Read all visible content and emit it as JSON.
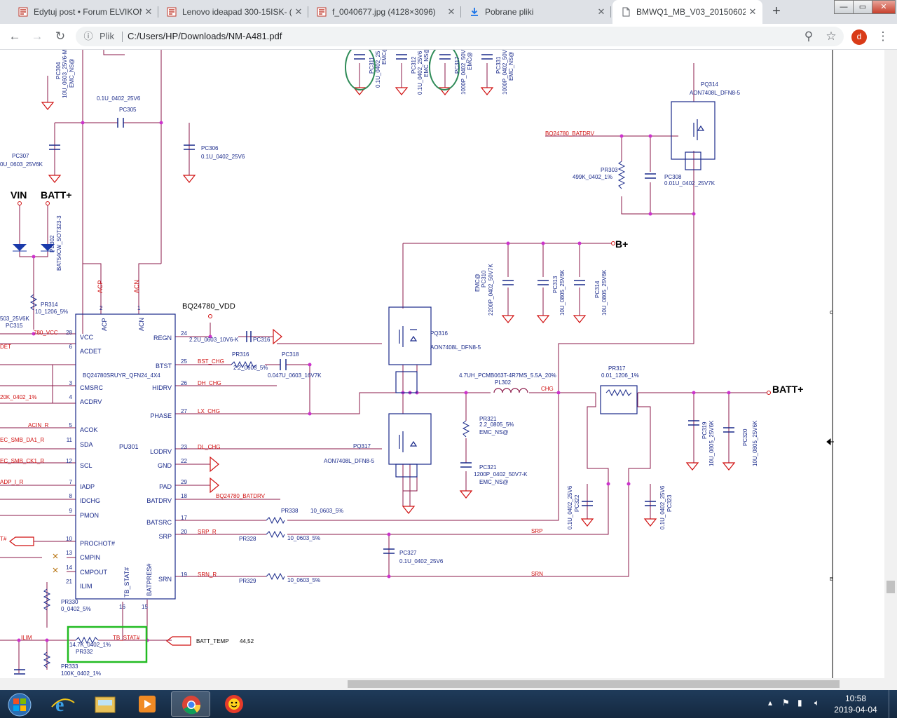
{
  "browser": {
    "tabs": [
      {
        "title": "Edytuj post • Forum ELVIKOM",
        "icon": "forum-favicon-icon",
        "active": false
      },
      {
        "title": "Lenovo ideapad 300-15ISK- (",
        "icon": "forum-favicon-icon",
        "active": false
      },
      {
        "title": "f_0040677.jpg (4128×3096)",
        "icon": "forum-favicon-icon",
        "active": false
      },
      {
        "title": "Pobrane pliki",
        "icon": "download-icon",
        "active": false
      },
      {
        "title": "BMWQ1_MB_V03_20150602",
        "icon": "document-icon",
        "active": true
      }
    ],
    "new_tab": "+",
    "window_buttons": {
      "minimize": "—",
      "maximize": "▭",
      "close": "✕"
    },
    "omnibox": {
      "scheme": "Plik",
      "url": "C:/Users/HP/Downloads/NM-A481.pdf"
    },
    "profile_initial": "d"
  },
  "schematic": {
    "power_labels": {
      "vin": "VIN",
      "batt_plus_left": "BATT+",
      "b_plus": "B+",
      "batt_plus_right": "BATT+",
      "vdd": "BQ24780_VDD"
    },
    "ic": {
      "ref": "PU301",
      "part": "BQ24780SRUYR_QFN24_4X4",
      "top_pins": [
        {
          "num": "2",
          "name": "ACP"
        },
        {
          "num": "1",
          "name": "ACN"
        }
      ],
      "left_pins": [
        {
          "num": "28",
          "name": "VCC",
          "net": "780_VCC"
        },
        {
          "num": "6",
          "name": "ACDET",
          "net": "DET"
        },
        {
          "num": "3",
          "name": "CMSRC",
          "net": ""
        },
        {
          "num": "4",
          "name": "ACDRV",
          "net": "20K_0402_1%"
        },
        {
          "num": "5",
          "name": "ACOK",
          "net": "ACIN_R"
        },
        {
          "num": "11",
          "name": "SDA",
          "net": "EC_SMB_DA1_R"
        },
        {
          "num": "12",
          "name": "SCL",
          "net": "EC_SMB_CK1_R"
        },
        {
          "num": "7",
          "name": "IADP",
          "net": "ADP_I_R"
        },
        {
          "num": "8",
          "name": "IDCHG",
          "net": ""
        },
        {
          "num": "9",
          "name": "PMON",
          "net": ""
        },
        {
          "num": "10",
          "name": "PROCHOT#",
          "net": "T#"
        },
        {
          "num": "13",
          "name": "CMPIN",
          "net": ""
        },
        {
          "num": "14",
          "name": "CMPOUT",
          "net": ""
        },
        {
          "num": "21",
          "name": "ILIM",
          "net": "ILIM"
        }
      ],
      "right_pins": [
        {
          "num": "24",
          "name": "REGN",
          "net": ""
        },
        {
          "num": "25",
          "name": "BTST",
          "net": "BST_CHG"
        },
        {
          "num": "26",
          "name": "HIDRV",
          "net": "DH_CHG"
        },
        {
          "num": "27",
          "name": "PHASE",
          "net": "LX_CHG"
        },
        {
          "num": "23",
          "name": "LODRV",
          "net": "DL_CHG"
        },
        {
          "num": "22",
          "name": "GND",
          "net": ""
        },
        {
          "num": "29",
          "name": "PAD",
          "net": ""
        },
        {
          "num": "18",
          "name": "BATDRV",
          "net": "BQ24780_BATDRV"
        },
        {
          "num": "17",
          "name": "BATSRC",
          "net": ""
        },
        {
          "num": "20",
          "name": "SRP",
          "net": "SRP_R"
        },
        {
          "num": "19",
          "name": "SRN",
          "net": "SRN_R"
        }
      ],
      "bottom_pins": [
        {
          "num": "16",
          "name": "TB_STAT#"
        },
        {
          "num": "15",
          "name": "BATPRES#"
        }
      ]
    },
    "components": [
      {
        "ref": "PC304",
        "value": "10U_0603_25V6-M",
        "extra": "EMC_NS@"
      },
      {
        "ref": "PC305",
        "value": "0.1U_0402_25V6"
      },
      {
        "ref": "PC306",
        "value": "0.1U_0402_25V6"
      },
      {
        "ref": "PC307",
        "value": "0U_0603_25V6K"
      },
      {
        "ref": "PD302",
        "value": "BAT54CW_SOT323-3"
      },
      {
        "ref": "PR314",
        "value": "10_1206_5%"
      },
      {
        "ref": "PC315",
        "value": "503_25V6K"
      },
      {
        "ref": "PC316",
        "value": "2.2U_0603_10V6-K"
      },
      {
        "ref": "PR316",
        "value": "2.2_0603_5%"
      },
      {
        "ref": "PC318",
        "value": "0.047U_0603_16V7K"
      },
      {
        "ref": "PC311",
        "value": "0.1U_0402_25",
        "extra": "EMC@"
      },
      {
        "ref": "PC312",
        "value": "0.1U_0402_25V6",
        "extra": "EMC_NS@"
      },
      {
        "ref": "PC317",
        "value": "1000P_0402_50V",
        "extra": "EMC@"
      },
      {
        "ref": "PC331",
        "value": "1000P_0402_50V",
        "extra": "EMC_NS@"
      },
      {
        "ref": "PQ314",
        "value": "AON7408L_DFN8-5"
      },
      {
        "ref": "PR303",
        "value": "499K_0402_1%"
      },
      {
        "ref": "PC308",
        "value": "0.01U_0402_25V7K"
      },
      {
        "ref": "PC310",
        "value": "2200P_0402_50V7K",
        "extra": "EMC@"
      },
      {
        "ref": "PC313",
        "value": "10U_0805_25V6K"
      },
      {
        "ref": "PC314",
        "value": "10U_0805_25V6K"
      },
      {
        "ref": "PQ316",
        "value": "AON7408L_DFN8-5"
      },
      {
        "ref": "PQ317",
        "value": "AON7408L_DFN8-5"
      },
      {
        "ref": "PL302",
        "value": "4.7UH_PCMB063T-4R7MS_5.5A_20%"
      },
      {
        "ref": "PR321",
        "value": "2.2_0805_5%",
        "extra": "EMC_NS@"
      },
      {
        "ref": "PC321",
        "value": "1200P_0402_50V7-K",
        "extra": "EMC_NS@"
      },
      {
        "ref": "PR317",
        "value": "0.01_1206_1%"
      },
      {
        "ref": "PC319",
        "value": "10U_0805_25V6K"
      },
      {
        "ref": "PC320",
        "value": "10U_0805_25V6K"
      },
      {
        "ref": "PC322",
        "value": "0.1U_0402_25V6"
      },
      {
        "ref": "PC323",
        "value": "0.1U_0402_25V6"
      },
      {
        "ref": "PR338",
        "value": "10_0603_5%"
      },
      {
        "ref": "PR328",
        "value": "10_0603_5%"
      },
      {
        "ref": "PR329",
        "value": "10_0603_5%"
      },
      {
        "ref": "PC327",
        "value": "0.1U_0402_25V6"
      },
      {
        "ref": "PR330",
        "value": "0_0402_5%"
      },
      {
        "ref": "PR332",
        "value": "14.7K_0402_1%"
      },
      {
        "ref": "PR333",
        "value": "100K_0402_1%"
      }
    ],
    "nets": {
      "chg": "CHG",
      "srp": "SRP",
      "srn": "SRN",
      "batdrv": "BQ24780_BATDRV",
      "batt_temp": "BATT_TEMP",
      "batt_temp_ref": "44,52"
    },
    "border_letters": {
      "c": "C",
      "b": "B"
    }
  },
  "taskbar": {
    "time": "10:58",
    "date": "2019-04-04"
  },
  "colors": {
    "wire": "#8b1a4a",
    "schematic_text": "#1a2a8a",
    "net_red": "#d01010",
    "junction": "#cc33cc",
    "highlight_green": "#22bb22",
    "circle_green": "#2e8b57"
  }
}
